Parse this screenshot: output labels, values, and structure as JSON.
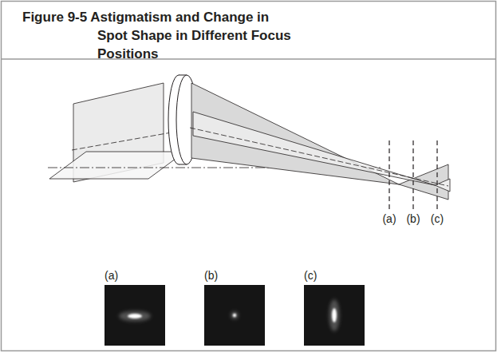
{
  "diagram": {
    "title": "Figure 9-5 Astigmatism and Change in Spot Shape in Different Focus Positions",
    "nodes": [
      {
        "text": [
          "(a)"
        ]
      },
      {
        "text": [
          "(b)"
        ]
      },
      {
        "text": [
          "(c)"
        ]
      }
    ],
    "labels": [
      "(a)",
      "(b)",
      "(c)"
    ]
  }
}
